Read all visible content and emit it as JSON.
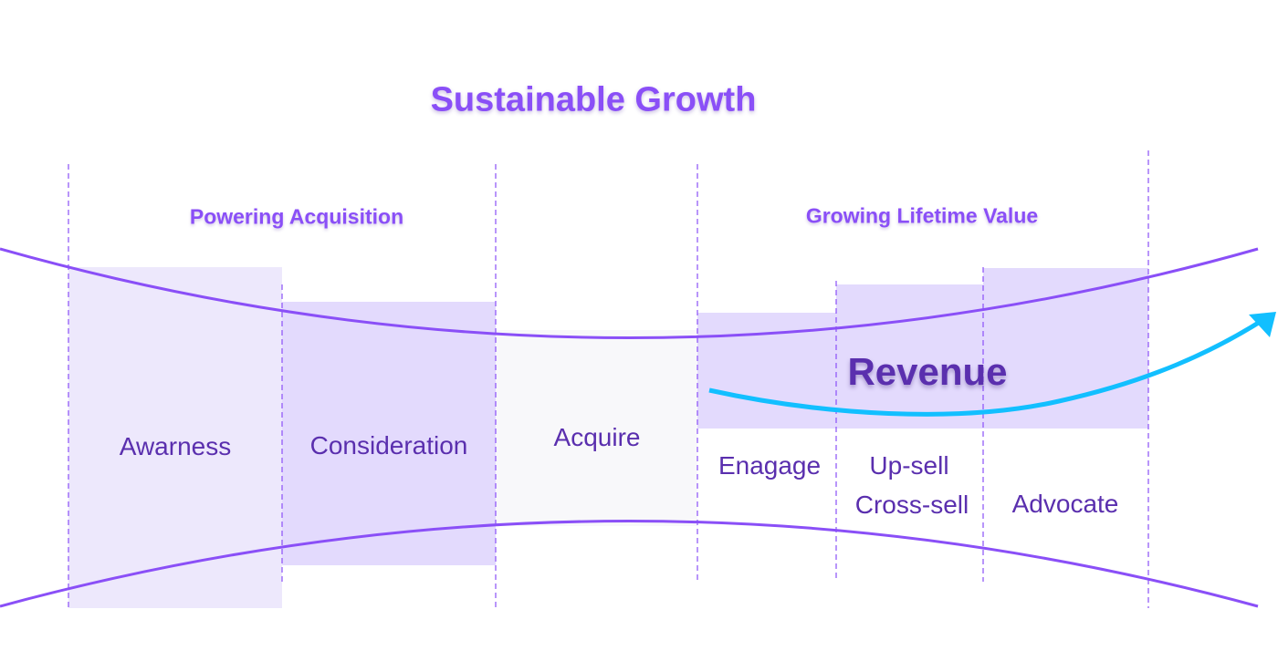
{
  "title": "Sustainable Growth",
  "sections": {
    "acquisition": "Powering Acquisition",
    "lifetime": "Growing Lifetime Value"
  },
  "stages": {
    "awareness": "Awarness",
    "consideration": "Consideration",
    "acquire": "Acquire",
    "engage": "Enagage",
    "upsell": "Up-sell",
    "crosssell": "Cross-sell",
    "advocate": "Advocate"
  },
  "revenue_label": "Revenue",
  "colors": {
    "accent": "#8a4ff7",
    "text": "#5a2fae",
    "arrow": "#12bfff",
    "light": "#ede8fc",
    "medium": "#e3dafd",
    "neutral": "#f8f8fa"
  }
}
